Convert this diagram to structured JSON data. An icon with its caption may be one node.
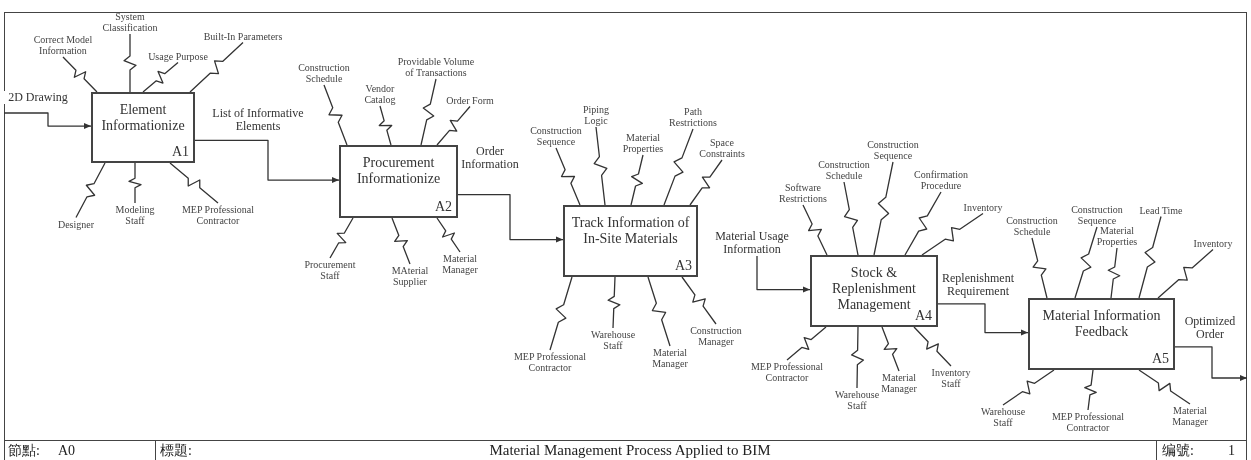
{
  "diagram": {
    "title": "Material Management Process Applied to BIM",
    "nodes": [
      {
        "text": [
          "Element Informationize",
          "A1"
        ]
      },
      {
        "text": [
          "Correct Model Information"
        ]
      },
      {
        "text": [
          "System Classification"
        ]
      },
      {
        "text": [
          "Usage Purpose"
        ]
      },
      {
        "text": [
          "Built-In Parameters"
        ]
      },
      {
        "text": [
          "Designer"
        ]
      },
      {
        "text": [
          "Modeling Staff"
        ]
      },
      {
        "text": [
          "MEP Professional Contractor"
        ]
      },
      {
        "text": [
          "Procurement Informationize",
          "A2"
        ]
      },
      {
        "text": [
          "Construction Schedule"
        ]
      },
      {
        "text": [
          "Vendor Catalog"
        ]
      },
      {
        "text": [
          "Providable Volume of Transactions"
        ]
      },
      {
        "text": [
          "Order Form"
        ]
      },
      {
        "text": [
          "Procurement Staff"
        ]
      },
      {
        "text": [
          "MAterial Supplier"
        ]
      },
      {
        "text": [
          "Material Manager"
        ]
      },
      {
        "text": [
          "Track Information of In-Site Materials",
          "A3"
        ]
      },
      {
        "text": [
          "Construction Sequence"
        ]
      },
      {
        "text": [
          "Piping Logic"
        ]
      },
      {
        "text": [
          "Material Properties"
        ]
      },
      {
        "text": [
          "Path Restrictions"
        ]
      },
      {
        "text": [
          "Space Constraints"
        ]
      },
      {
        "text": [
          "MEP Professional Contractor"
        ]
      },
      {
        "text": [
          "Warehouse Staff"
        ]
      },
      {
        "text": [
          "Material Manager"
        ]
      },
      {
        "text": [
          "Construction Manager"
        ]
      },
      {
        "text": [
          "Stock & Replenishment Management",
          "A4"
        ]
      },
      {
        "text": [
          "Software Restrictions"
        ]
      },
      {
        "text": [
          "Construction Schedule"
        ]
      },
      {
        "text": [
          "Construction Sequence"
        ]
      },
      {
        "text": [
          "Confirmation Procedure"
        ]
      },
      {
        "text": [
          "Inventory"
        ]
      },
      {
        "text": [
          "MEP Professional Contractor"
        ]
      },
      {
        "text": [
          "Warehouse Staff"
        ]
      },
      {
        "text": [
          "Material Manager"
        ]
      },
      {
        "text": [
          "Inventory Staff"
        ]
      },
      {
        "text": [
          "Material Information Feedback",
          "A5"
        ]
      },
      {
        "text": [
          "Construction Schedule"
        ]
      },
      {
        "text": [
          "Construction Sequence"
        ]
      },
      {
        "text": [
          "Material Properties"
        ]
      },
      {
        "text": [
          "Lead Time"
        ]
      },
      {
        "text": [
          "Inventory"
        ]
      },
      {
        "text": [
          "Warehouse Staff"
        ]
      },
      {
        "text": [
          "MEP Professional Contractor"
        ]
      },
      {
        "text": [
          "Material Manager"
        ]
      }
    ],
    "edges": [
      {
        "from": null,
        "to": 0,
        "arrow": "to",
        "label": "2D Drawing"
      },
      {
        "from": 0,
        "to": 8,
        "arrow": "to",
        "label": "List of Informative Elements"
      },
      {
        "from": 8,
        "to": 16,
        "arrow": "to",
        "label": "Order Information"
      },
      {
        "from": 16,
        "to": 26,
        "arrow": "to",
        "label": "Material Usage Information"
      },
      {
        "from": 26,
        "to": 36,
        "arrow": "to",
        "label": "Replenishment Requirement"
      },
      {
        "from": 36,
        "to": null,
        "arrow": "to",
        "label": "Optimized Order"
      },
      {
        "from": 1,
        "to": 0,
        "arrow": "none"
      },
      {
        "from": 2,
        "to": 0,
        "arrow": "none"
      },
      {
        "from": 3,
        "to": 0,
        "arrow": "none"
      },
      {
        "from": 4,
        "to": 0,
        "arrow": "none"
      },
      {
        "from": 5,
        "to": 0,
        "arrow": "none"
      },
      {
        "from": 6,
        "to": 0,
        "arrow": "none"
      },
      {
        "from": 7,
        "to": 0,
        "arrow": "none"
      },
      {
        "from": 9,
        "to": 8,
        "arrow": "none"
      },
      {
        "from": 10,
        "to": 8,
        "arrow": "none"
      },
      {
        "from": 11,
        "to": 8,
        "arrow": "none"
      },
      {
        "from": 12,
        "to": 8,
        "arrow": "none"
      },
      {
        "from": 13,
        "to": 8,
        "arrow": "none"
      },
      {
        "from": 14,
        "to": 8,
        "arrow": "none"
      },
      {
        "from": 15,
        "to": 8,
        "arrow": "none"
      },
      {
        "from": 17,
        "to": 16,
        "arrow": "none"
      },
      {
        "from": 18,
        "to": 16,
        "arrow": "none"
      },
      {
        "from": 19,
        "to": 16,
        "arrow": "none"
      },
      {
        "from": 20,
        "to": 16,
        "arrow": "none"
      },
      {
        "from": 21,
        "to": 16,
        "arrow": "none"
      },
      {
        "from": 22,
        "to": 16,
        "arrow": "none"
      },
      {
        "from": 23,
        "to": 16,
        "arrow": "none"
      },
      {
        "from": 24,
        "to": 16,
        "arrow": "none"
      },
      {
        "from": 25,
        "to": 16,
        "arrow": "none"
      },
      {
        "from": 27,
        "to": 26,
        "arrow": "none"
      },
      {
        "from": 28,
        "to": 26,
        "arrow": "none"
      },
      {
        "from": 29,
        "to": 26,
        "arrow": "none"
      },
      {
        "from": 30,
        "to": 26,
        "arrow": "none"
      },
      {
        "from": 31,
        "to": 26,
        "arrow": "none"
      },
      {
        "from": 32,
        "to": 26,
        "arrow": "none"
      },
      {
        "from": 33,
        "to": 26,
        "arrow": "none"
      },
      {
        "from": 34,
        "to": 26,
        "arrow": "none"
      },
      {
        "from": 35,
        "to": 26,
        "arrow": "none"
      },
      {
        "from": 37,
        "to": 36,
        "arrow": "none"
      },
      {
        "from": 38,
        "to": 36,
        "arrow": "none"
      },
      {
        "from": 39,
        "to": 36,
        "arrow": "none"
      },
      {
        "from": 40,
        "to": 36,
        "arrow": "none"
      },
      {
        "from": 41,
        "to": 36,
        "arrow": "none"
      },
      {
        "from": 42,
        "to": 36,
        "arrow": "none"
      },
      {
        "from": 43,
        "to": 36,
        "arrow": "none"
      },
      {
        "from": 44,
        "to": 36,
        "arrow": "none"
      }
    ],
    "labels": [
      "節點:",
      "A0",
      "標題:",
      "编號:",
      "1"
    ]
  }
}
